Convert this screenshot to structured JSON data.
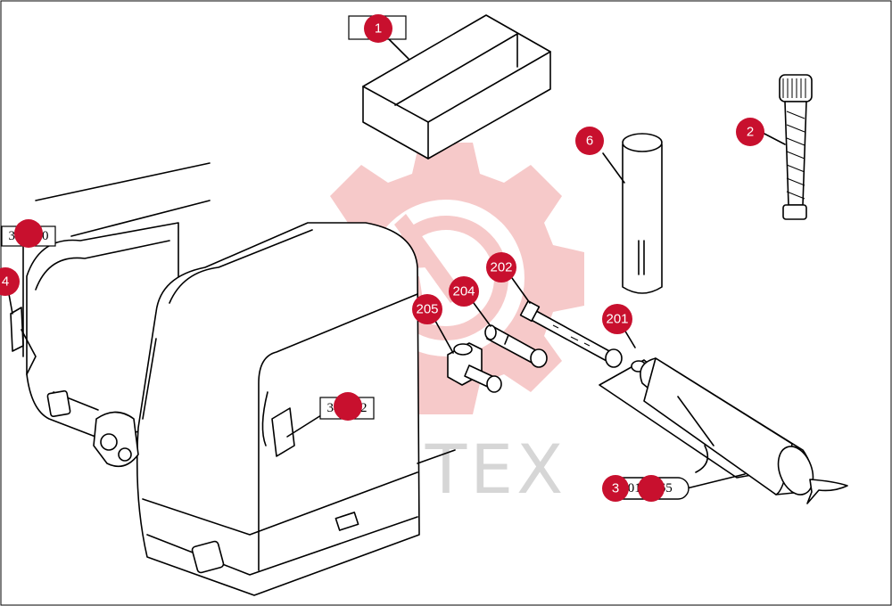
{
  "watermark": {
    "text": "ИНТЕХ",
    "logo_color": "#f6c9c9",
    "text_color": "#d6d6d6"
  },
  "callout_color": "#c8102e",
  "callouts": [
    {
      "id": "c1",
      "label": "1"
    },
    {
      "id": "c2",
      "label": "2"
    },
    {
      "id": "c3",
      "label": "3"
    },
    {
      "id": "c4",
      "label": "4"
    },
    {
      "id": "c6",
      "label": "6"
    },
    {
      "id": "c201",
      "label": "201"
    },
    {
      "id": "c202",
      "label": "202"
    },
    {
      "id": "c204",
      "label": "204"
    },
    {
      "id": "c205",
      "label": "205"
    }
  ],
  "ref_labels": [
    {
      "id": "r1",
      "text": "35.06.0"
    },
    {
      "id": "r2",
      "text": "34.02.2"
    },
    {
      "id": "r3",
      "text": "301-2065"
    }
  ]
}
